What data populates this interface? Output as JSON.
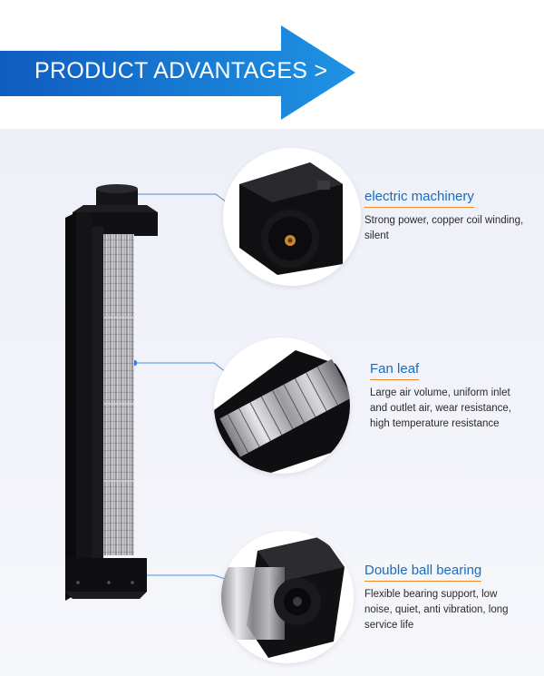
{
  "banner": {
    "title": "PRODUCT ADVANTAGES >",
    "color_start": "#1167c9",
    "color_end": "#1d8fe0"
  },
  "product": {
    "name": "fan"
  },
  "features": [
    {
      "title": "electric machinery",
      "description": "Strong power, copper coil winding, silent",
      "icon": "motor-closeup"
    },
    {
      "title": "Fan leaf",
      "description": "Large air volume, uniform inlet and outlet air, wear resistance, high temperature resistance",
      "icon": "impeller-closeup"
    },
    {
      "title": "Double ball bearing",
      "description": "Flexible bearing support, low noise, quiet, anti vibration, long service life",
      "icon": "bearing-closeup"
    }
  ],
  "colors": {
    "accent": "#1a6bbd",
    "underline": "#f08a2c",
    "product_body": "#0d0d0f",
    "connector_line": "#4a90d9"
  }
}
